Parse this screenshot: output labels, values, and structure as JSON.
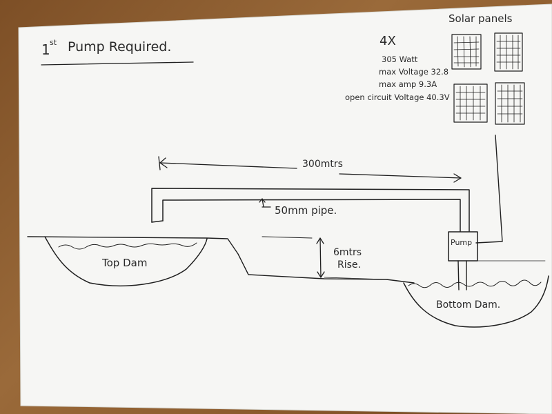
{
  "title": {
    "main": "1",
    "superscript": "st",
    "rest": "Pump Required."
  },
  "solar": {
    "heading": "Solar panels",
    "count": "4X",
    "specs": [
      "305 Watt",
      "max Voltage 32.8",
      "max amp 9.3A",
      "open circuit Voltage 40.3V"
    ]
  },
  "distance_label": "300mtrs",
  "pipe_label": "50mm pipe.",
  "rise_label": [
    "6mtrs",
    "Rise."
  ],
  "pump_label": "Pump",
  "top_dam_label": "Top Dam",
  "bottom_dam_label": "Bottom Dam."
}
